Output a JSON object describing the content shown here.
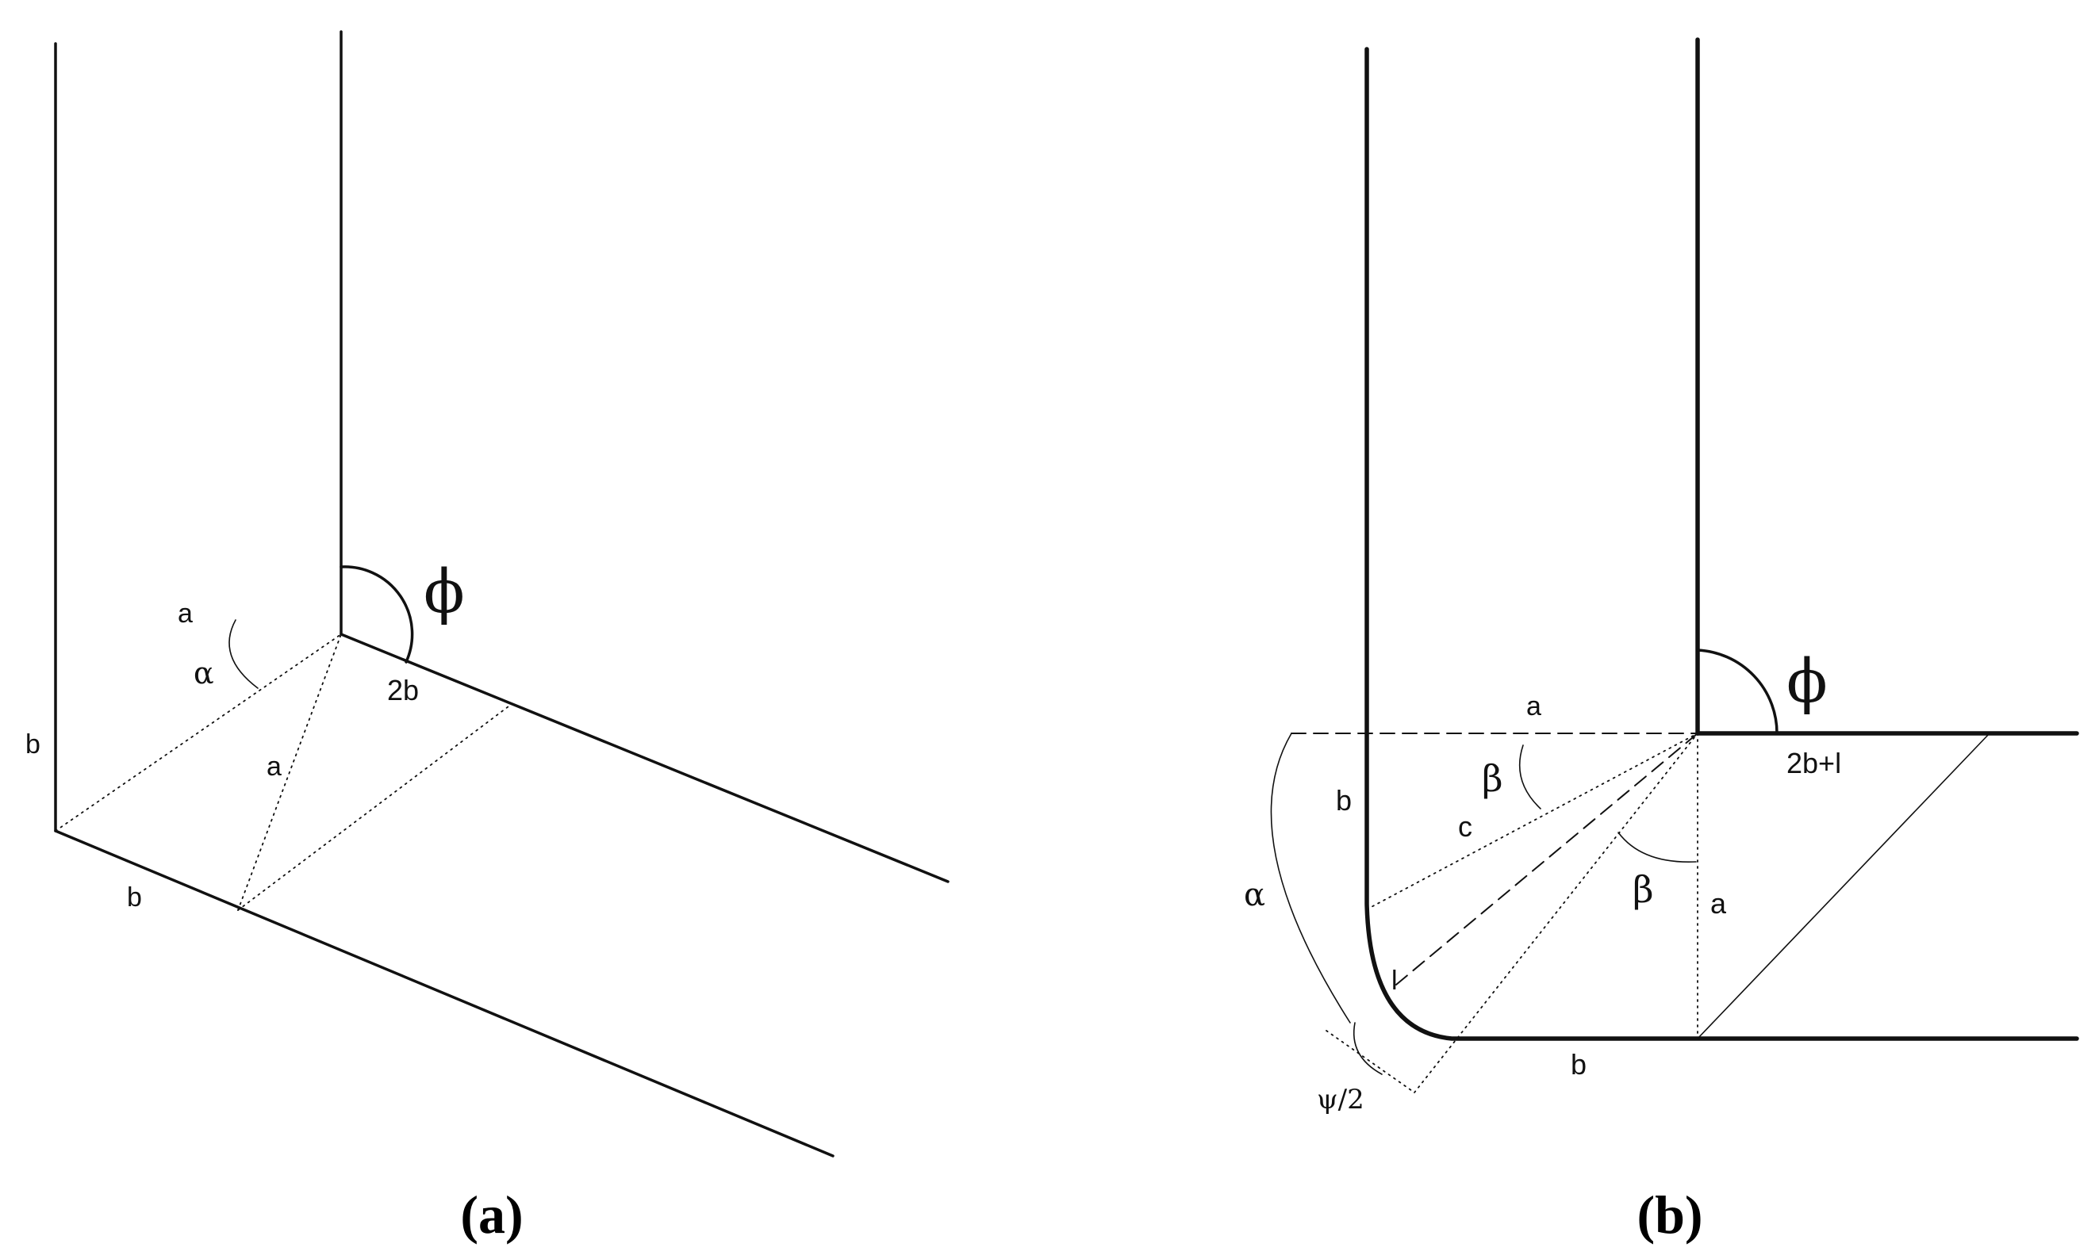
{
  "panel_a": {
    "caption": "(a)",
    "labels": {
      "phi": "ϕ",
      "a_top": "a",
      "alpha": "α",
      "two_b": "2b",
      "a_diag": "a",
      "b_left": "b",
      "b_bottom": "b"
    }
  },
  "panel_b": {
    "caption": "(b)",
    "labels": {
      "phi": "ϕ",
      "a_top": "a",
      "beta_upper": "β",
      "beta_lower": "β",
      "two_b_plus_l": "2b+l",
      "b_left": "b",
      "c": "c",
      "a_right": "a",
      "alpha": "α",
      "l": "l",
      "psi_half": "ψ/2",
      "b_bottom": "b"
    }
  }
}
